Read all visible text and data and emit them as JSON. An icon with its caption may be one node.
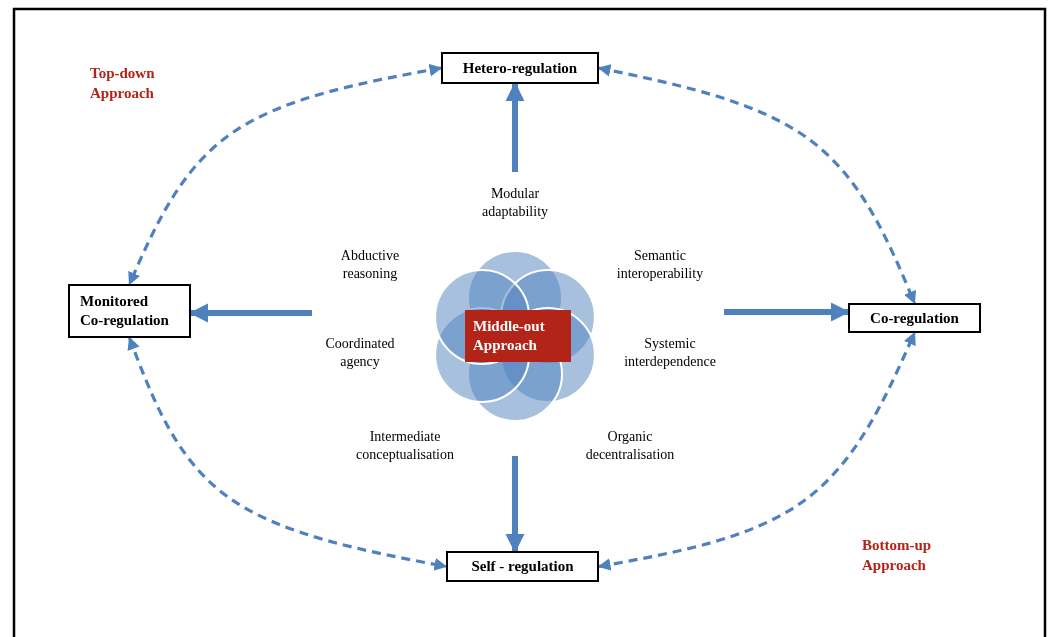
{
  "diagram": {
    "nodes": [
      {
        "text": [
          "Hetero-regulation"
        ]
      },
      {
        "text": [
          "Monitored Co-regulation"
        ]
      },
      {
        "text": [
          "Co-regulation"
        ]
      },
      {
        "text": [
          "Self - regulation"
        ]
      },
      {
        "text": [
          "Middle-out Approach"
        ]
      }
    ],
    "edges": [
      {
        "from": 0,
        "to": 1,
        "arrow": "both",
        "style": "dashed"
      },
      {
        "from": 0,
        "to": 2,
        "arrow": "both",
        "style": "dashed"
      },
      {
        "from": 1,
        "to": 3,
        "arrow": "both",
        "style": "dashed"
      },
      {
        "from": 3,
        "to": 2,
        "arrow": "both",
        "style": "dashed"
      },
      {
        "from": null,
        "to": 0,
        "arrow": "to",
        "style": "thick"
      },
      {
        "from": null,
        "to": 1,
        "arrow": "to",
        "style": "thick"
      },
      {
        "from": null,
        "to": 2,
        "arrow": "to",
        "style": "thick"
      },
      {
        "from": null,
        "to": 3,
        "arrow": "to",
        "style": "thick"
      }
    ],
    "labels": [
      "Top-down Approach",
      "Modular adaptability",
      "Abductive reasoning",
      "Semantic interoperability",
      "Coordinated agency",
      "Systemic interdependence",
      "Intermediate conceptualisation",
      "Organic decentralisation",
      "Bottom-up Approach"
    ]
  }
}
